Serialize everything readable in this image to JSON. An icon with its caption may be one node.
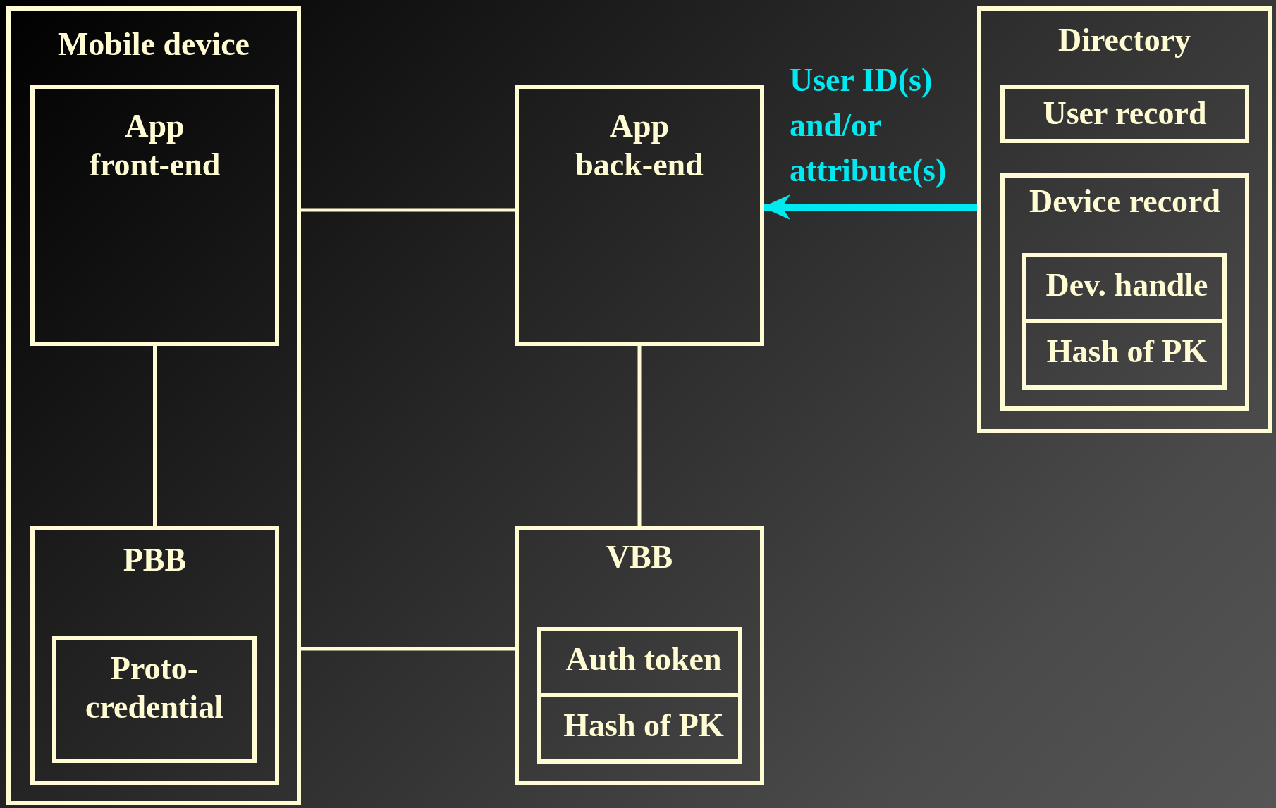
{
  "diagram": {
    "nodes": [
      {
        "text": [
          "Mobile device"
        ]
      },
      {
        "text": [
          "App front-end"
        ],
        "in": 0
      },
      {
        "text": [
          "PBB"
        ],
        "in": 0
      },
      {
        "text": [
          "Proto- credential"
        ],
        "in": 2
      },
      {
        "text": [
          "App back-end"
        ]
      },
      {
        "text": [
          "VBB"
        ]
      },
      {
        "text": [
          "Auth token"
        ],
        "in": 5
      },
      {
        "text": [
          "Hash of PK"
        ],
        "in": 5
      },
      {
        "text": [
          "Directory"
        ]
      },
      {
        "text": [
          "User record"
        ],
        "in": 8
      },
      {
        "text": [
          "Device record"
        ],
        "in": 8
      },
      {
        "text": [
          "Dev. handle"
        ],
        "in": 10
      },
      {
        "text": [
          "Hash of PK"
        ],
        "in": 10
      }
    ],
    "edges": [
      {
        "from": 0,
        "to": 4,
        "arrow": "none"
      },
      {
        "from": 1,
        "to": 2,
        "arrow": "none"
      },
      {
        "from": 4,
        "to": 5,
        "arrow": "none"
      },
      {
        "from": 0,
        "to": 5,
        "arrow": "none"
      },
      {
        "from": 8,
        "to": 4,
        "arrow": "to",
        "label": "User ID(s) and/or attribute(s)",
        "style": "thick",
        "color": "#00e8f0"
      }
    ]
  }
}
